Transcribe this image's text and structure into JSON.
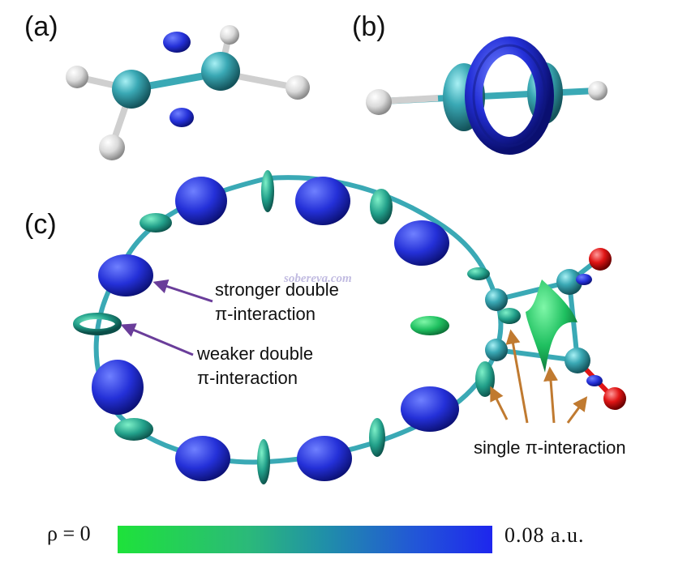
{
  "panels": {
    "a": "(a)",
    "b": "(b)",
    "c": "(c)"
  },
  "annotations": {
    "stronger_line1": "stronger double",
    "stronger_line2": "π-interaction",
    "weaker_line1": "weaker double",
    "weaker_line2": "π-interaction",
    "single": "single π-interaction"
  },
  "watermark": "sobereva.com",
  "colorbar": {
    "min_label": "ρ = 0",
    "max_label": "0.08 a.u.",
    "min_value": 0,
    "max_value": 0.08,
    "colors": [
      "#1ee23a",
      "#2bb97a",
      "#2090a8",
      "#2255d8",
      "#1e26ee"
    ]
  },
  "colors": {
    "carbon": "#3aa9b5",
    "hydrogen": "#e6e6e6",
    "oxygen": "#e01515",
    "isosurface_blue": "#2430d8",
    "isosurface_green": "#26c070",
    "arrow_purple": "#6a3d9a",
    "arrow_orange": "#c07a30"
  }
}
